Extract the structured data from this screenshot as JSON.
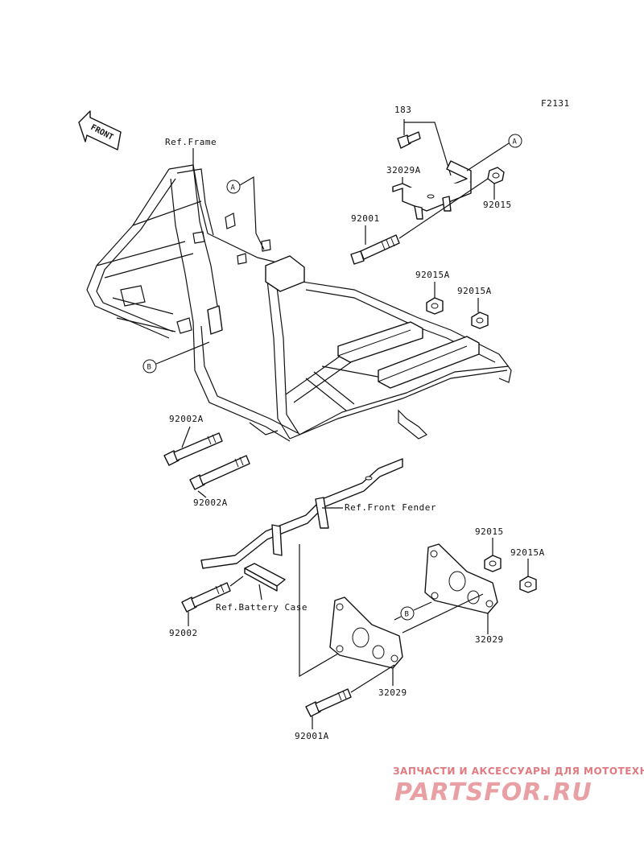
{
  "figure_code": "F2131",
  "front_label": "FRONT",
  "ref_labels": {
    "frame": "Ref.Frame",
    "front_fender": "Ref.Front Fender",
    "battery_case": "Ref.Battery Case"
  },
  "callouts": {
    "a": "A",
    "b": "B"
  },
  "part_numbers": {
    "bolt_183": "183",
    "bracket_32029a": "32029A",
    "nut_92015": "92015",
    "bolt_92001": "92001",
    "nut_92015a_left": "92015A",
    "nut_92015a_right": "92015A",
    "bolt_92002a_upper": "92002A",
    "bolt_92002a_lower": "92002A",
    "nut_92015_lower": "92015",
    "nut_92015a_lower": "92015A",
    "bolt_92002": "92002",
    "plate_32029_upper": "32029",
    "plate_32029_lower": "32029",
    "bolt_92001a": "92001A"
  },
  "watermark": {
    "tagline": "ЗАПЧАСТИ И АКСЕССУАРЫ ДЛЯ МОТОТЕХНИКИ",
    "brand": "PARTSFOR.RU"
  }
}
